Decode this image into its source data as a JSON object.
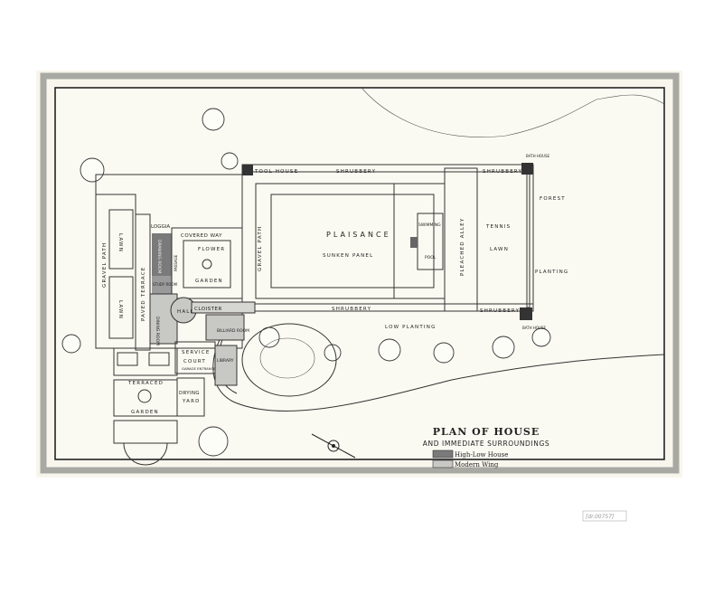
{
  "legend": {
    "title": "PLAN OF HOUSE",
    "subtitle": "AND IMMEDIATE SURROUNDINGS",
    "items": [
      {
        "label": "High-Low House",
        "color": "#7a7a7a"
      },
      {
        "label": "Modern Wing",
        "color": "#c8c8c4"
      }
    ]
  },
  "labels": {
    "tool_house": "TOOL HOUSE",
    "shrubbery_top": "SHRUBBERY",
    "shrubbery_top_right": "SHRUBBERY",
    "shrubbery_bottom": "SHRUBBERY",
    "shrubbery_bottom_right": "SHRUBBERY",
    "bath_house_top": "BATH HOUSE",
    "bath_house_bottom": "BATH HOUSE",
    "forest": "FOREST",
    "planting": "PLANTING",
    "plaisance": "PLAISANCE",
    "sunken_panel": "SUNKEN PANEL",
    "swimming": "SWIMMING",
    "pool": "POOL",
    "pleached_alley": "PLEACHED ALLEY",
    "tennis": "TENNIS",
    "lawn_tennis": "LAWN",
    "low_planting": "LOW PLANTING",
    "gravel_path_right": "GRAVEL PATH",
    "gravel_path_left": "GRAVEL PATH",
    "lawn_upper": "LAWN",
    "lawn_lower": "LAWN",
    "paved_terrace": "PAVED TERRACE",
    "loggia": "LOGGIA",
    "covered_way": "COVERED WAY",
    "flower": "FLOWER",
    "garden": "GARDEN",
    "drawing_room": "DRAWING ROOM",
    "study_room": "STUDY ROOM",
    "passage": "PASSAGE",
    "hall": "HALL",
    "cloister": "CLOISTER",
    "dining_room": "DINING ROOM",
    "billiard_room": "BILLIARD ROOM",
    "service_court": "SERVICE",
    "court": "COURT",
    "garage_entrance": "GARAGE ENTRANCE",
    "library": "LIBRARY",
    "terraced": "TERRACED",
    "terraced_garden": "GARDEN",
    "drying_yard": "DRYING",
    "yard": "YARD"
  },
  "stamp": "[dr.00757]"
}
